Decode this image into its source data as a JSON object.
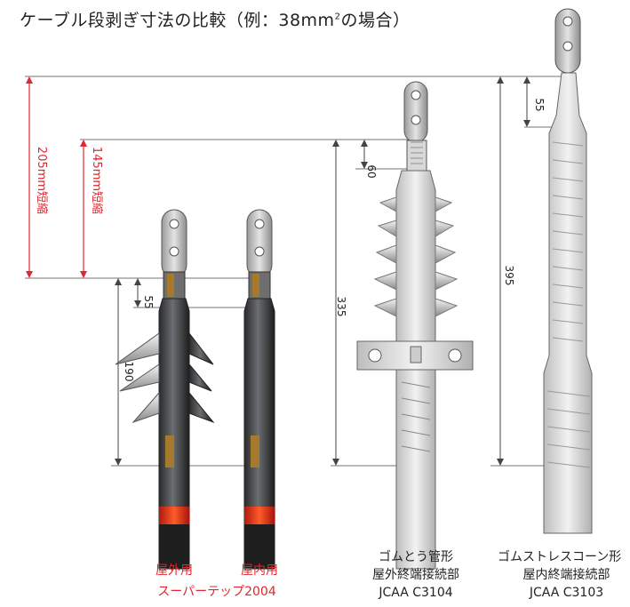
{
  "title": {
    "main": "ケーブル段剥ぎ寸法の比較（例：38mm",
    "sup": "2",
    "end": "の場合）"
  },
  "dimensions": {
    "shorten_205": "205mm短縮",
    "shorten_145": "145mm短縮",
    "d55_left": "55",
    "d190": "190",
    "d335": "335",
    "d60": "60",
    "d395": "395",
    "d55_right": "55"
  },
  "labels": {
    "outdoor": "屋外用",
    "indoor": "屋内用",
    "product": "スーパーテップ2004",
    "rubber_tube_line1": "ゴムとう管形",
    "rubber_tube_line2": "屋外終端接続部",
    "rubber_tube_line3": "JCAA  C3104",
    "stress_cone_line1": "ゴムストレスコーン形",
    "stress_cone_line2": "屋内終端接続部",
    "stress_cone_line3": "JCAA  C3103"
  },
  "colors": {
    "accent_red": "#e0272d",
    "text": "#222222",
    "line": "#555555"
  }
}
